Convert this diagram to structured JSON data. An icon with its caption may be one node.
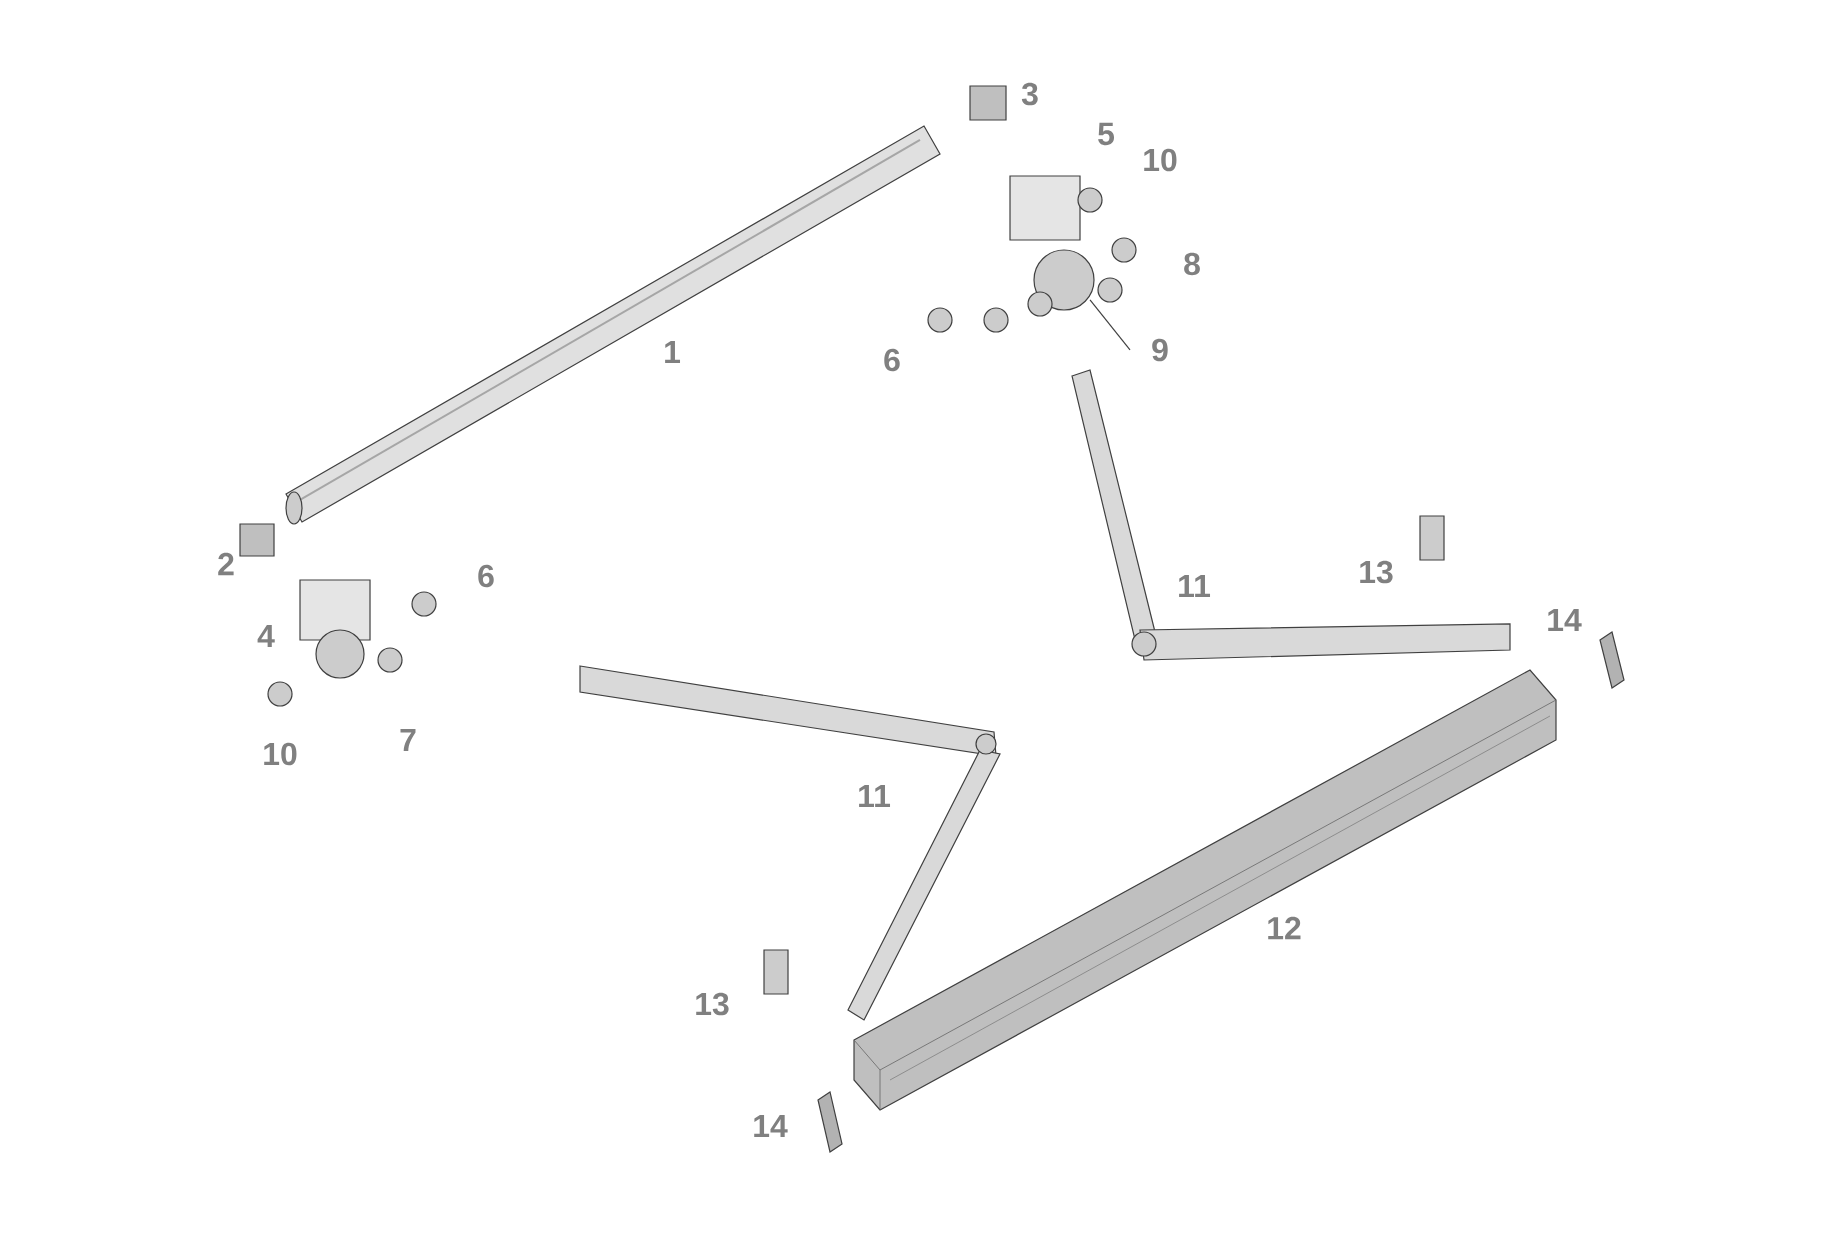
{
  "diagram": {
    "labels": [
      "3",
      "5",
      "10",
      "8",
      "1",
      "9",
      "6",
      "2",
      "6",
      "13",
      "11",
      "14",
      "4",
      "7",
      "10",
      "11",
      "12",
      "13",
      "14"
    ]
  }
}
